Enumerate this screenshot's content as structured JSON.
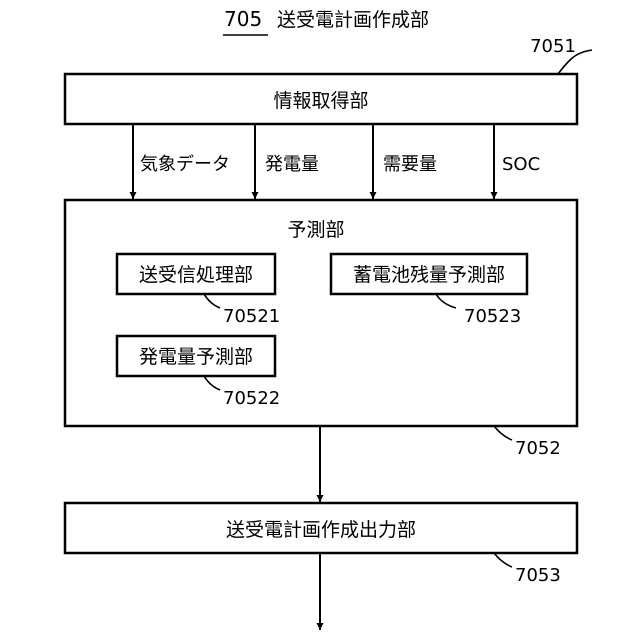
{
  "title": {
    "number": "705",
    "text": "送受電計画作成部"
  },
  "blocks": {
    "info": {
      "label": "情報取得部",
      "ref": "7051"
    },
    "predict": {
      "label": "予測部",
      "ref": "7052"
    },
    "output": {
      "label": "送受電計画作成出力部",
      "ref": "7053"
    }
  },
  "flows": [
    {
      "label": "気象データ"
    },
    {
      "label": "発電量"
    },
    {
      "label": "需要量"
    },
    {
      "label": "SOC"
    }
  ],
  "sub_blocks": [
    {
      "label": "送受信処理部",
      "ref": "70521"
    },
    {
      "label": "発電量予測部",
      "ref": "70522"
    },
    {
      "label": "蓄電池残量予測部",
      "ref": "70523"
    }
  ]
}
